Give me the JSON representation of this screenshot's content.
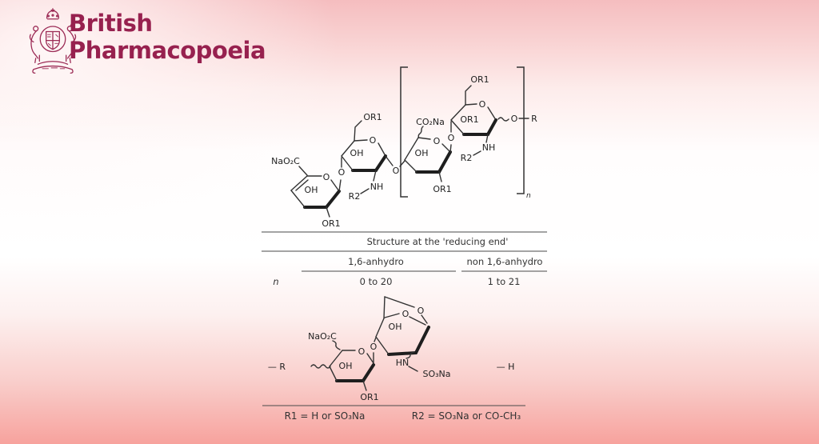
{
  "logo": {
    "line1": "British",
    "line2": "Pharmacopoeia"
  },
  "colors": {
    "brand_maroon": "#97214f",
    "crest_maroon": "#9c2c56",
    "bg_top_pink": "#f5bdbf",
    "bg_bottom_salmon": "#f7a29d",
    "bond_ink": "#333333"
  },
  "chem": {
    "na_o2c": "NaO₂C",
    "co2na": "CO₂Na",
    "o": "O",
    "oh": "OH",
    "or1": "OR1",
    "nh": "NH",
    "hn": "HN",
    "r2": "R2",
    "r": "R",
    "n": "n",
    "so3na": "SO₃Na",
    "r_end": "— R",
    "h_end": "— H"
  },
  "table": {
    "title": "Structure at the 'reducing end'",
    "col_left": "1,6-anhydro",
    "col_right": "non 1,6-anhydro",
    "row_label": "n",
    "left_value": "0 to 20",
    "right_value": "1 to 21"
  },
  "legend": {
    "r1": "R1 = H or SO₃Na",
    "r2": "R2 = SO₃Na or CO-CH₃"
  }
}
